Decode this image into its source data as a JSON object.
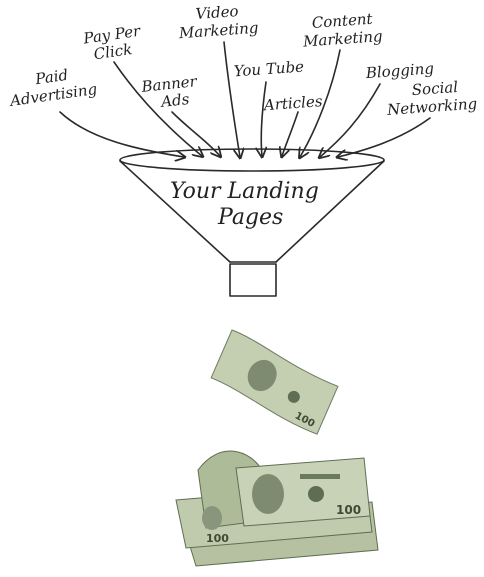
{
  "sources": [
    {
      "id": "paid-advertising",
      "lines": [
        "Paid",
        "Advertising"
      ]
    },
    {
      "id": "pay-per-click",
      "lines": [
        "Pay Per",
        "Click"
      ]
    },
    {
      "id": "banner-ads",
      "lines": [
        "Banner",
        "Ads"
      ]
    },
    {
      "id": "video-marketing",
      "lines": [
        "Video",
        "Marketing"
      ]
    },
    {
      "id": "you-tube",
      "lines": [
        "You Tube"
      ]
    },
    {
      "id": "articles",
      "lines": [
        "Articles"
      ]
    },
    {
      "id": "content-marketing",
      "lines": [
        "Content",
        "Marketing"
      ]
    },
    {
      "id": "blogging",
      "lines": [
        "Blogging"
      ]
    },
    {
      "id": "social-networking",
      "lines": [
        "Social",
        "Networking"
      ]
    }
  ],
  "funnel": {
    "lines": [
      "Your Landing",
      "Pages"
    ]
  },
  "money": {
    "bill_denomination": "100",
    "illustration": "falling-dollar-bills"
  },
  "colors": {
    "ink": "#2a2a2a",
    "bill_green": "#b9c6a6",
    "bill_dark": "#5f6d52"
  }
}
